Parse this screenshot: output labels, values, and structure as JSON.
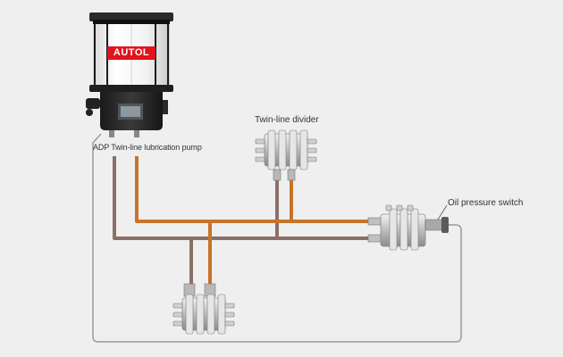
{
  "pump": {
    "brand": "AUTOL",
    "label": "ADP Twin-line lubrication pump"
  },
  "twin_line_divider": {
    "label": "Twin-line divider"
  },
  "oil_pressure_switch": {
    "label": "Oil pressure switch"
  },
  "colors": {
    "background": "#efefef",
    "line_orange": "#c8732a",
    "line_brown": "#8a7068",
    "return_line": "#9a9a9a",
    "brand_red": "#e1141c"
  }
}
